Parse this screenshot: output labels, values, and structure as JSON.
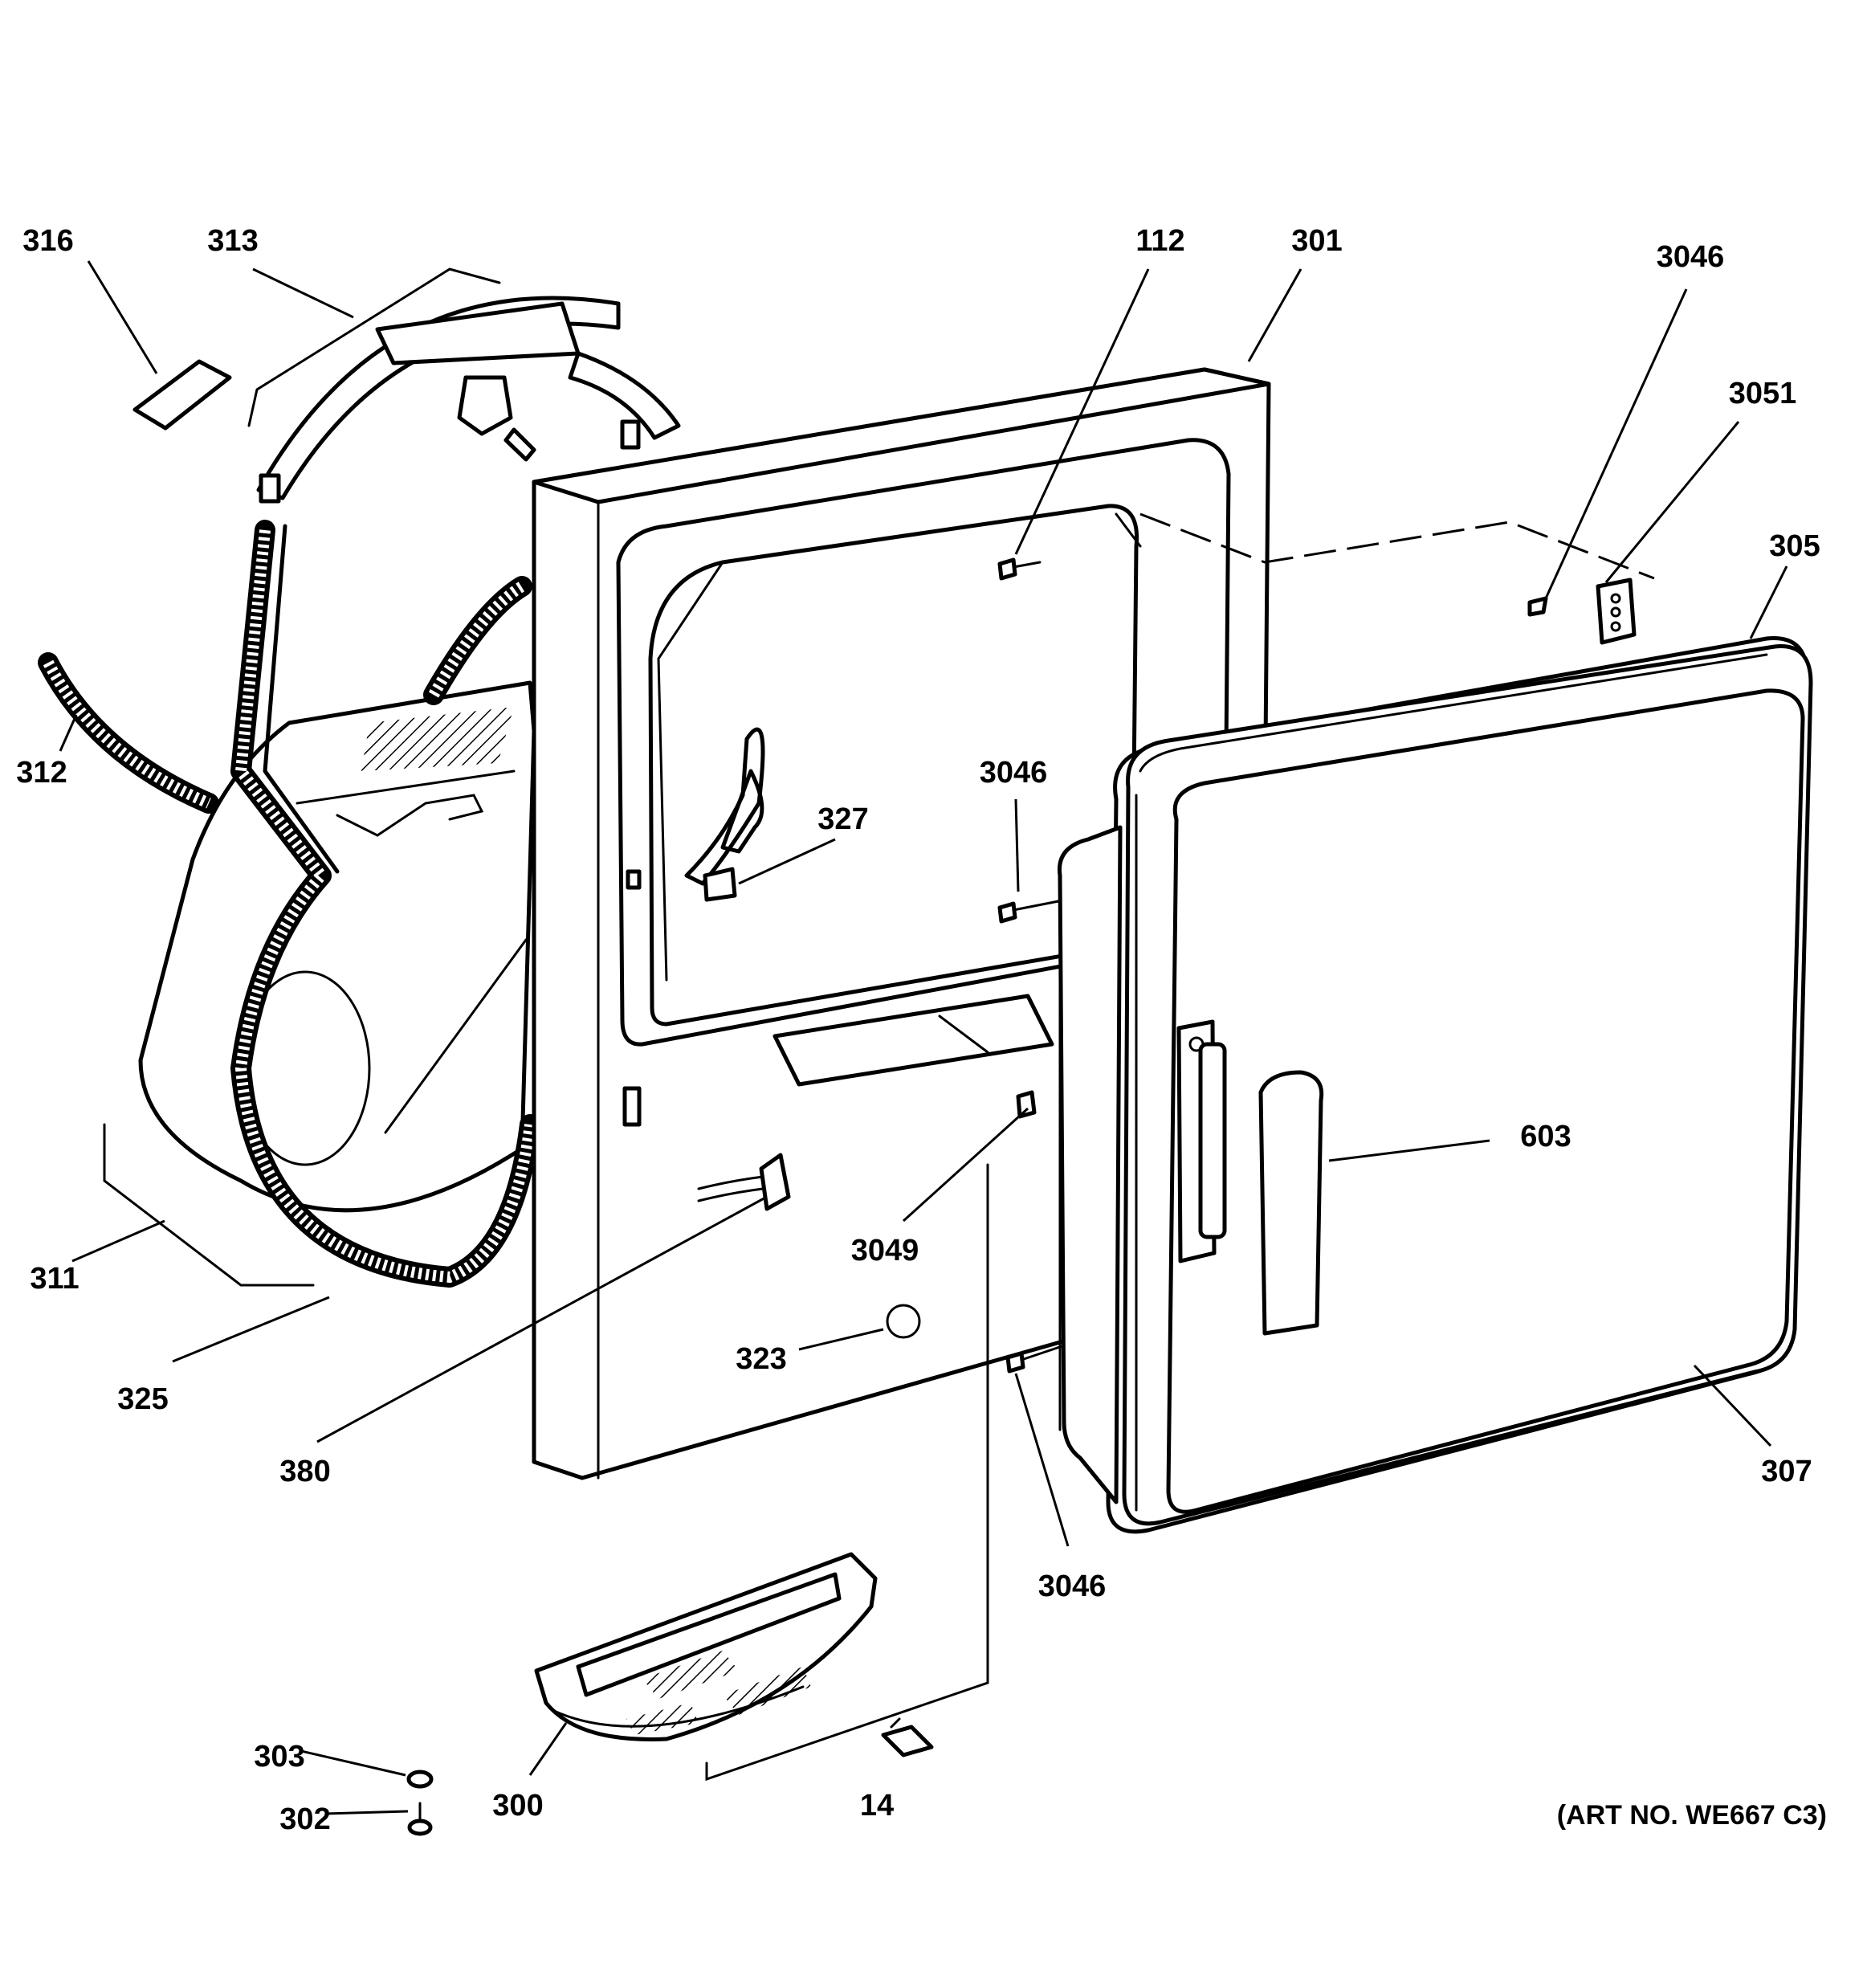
{
  "diagram": {
    "art_number": "(ART NO. WE667 C3)",
    "callouts": [
      {
        "id": "c-316",
        "label": "316"
      },
      {
        "id": "c-313",
        "label": "313"
      },
      {
        "id": "c-112",
        "label": "112"
      },
      {
        "id": "c-301",
        "label": "301"
      },
      {
        "id": "c-3046a",
        "label": "3046"
      },
      {
        "id": "c-3051",
        "label": "3051"
      },
      {
        "id": "c-305",
        "label": "305"
      },
      {
        "id": "c-312",
        "label": "312"
      },
      {
        "id": "c-327",
        "label": "327"
      },
      {
        "id": "c-3046b",
        "label": "3046"
      },
      {
        "id": "c-603",
        "label": "603"
      },
      {
        "id": "c-3049",
        "label": "3049"
      },
      {
        "id": "c-311",
        "label": "311"
      },
      {
        "id": "c-325",
        "label": "325"
      },
      {
        "id": "c-323",
        "label": "323"
      },
      {
        "id": "c-380",
        "label": "380"
      },
      {
        "id": "c-307",
        "label": "307"
      },
      {
        "id": "c-3046c",
        "label": "3046"
      },
      {
        "id": "c-303",
        "label": "303"
      },
      {
        "id": "c-302",
        "label": "302"
      },
      {
        "id": "c-300",
        "label": "300"
      },
      {
        "id": "c-14",
        "label": "14"
      }
    ]
  }
}
